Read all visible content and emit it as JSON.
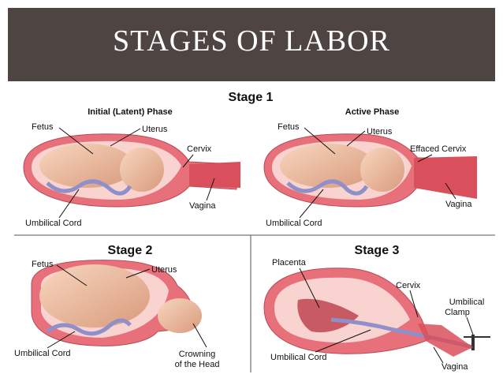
{
  "title": "STAGES OF LABOR",
  "stage1": {
    "heading": "Stage 1",
    "phase_initial": "Initial (Latent) Phase",
    "phase_active": "Active Phase",
    "initial_labels": {
      "fetus": "Fetus",
      "uterus": "Uterus",
      "cervix": "Cervix",
      "vagina": "Vagina",
      "cord": "Umbilical Cord"
    },
    "active_labels": {
      "fetus": "Fetus",
      "uterus": "Uterus",
      "cervix": "Effaced Cervix",
      "vagina": "Vagina",
      "cord": "Umbilical Cord"
    }
  },
  "stage2": {
    "heading": "Stage 2",
    "labels": {
      "fetus": "Fetus",
      "uterus": "Uterus",
      "cord": "Umbilical Cord",
      "crowning_1": "Crowning",
      "crowning_2": "of the Head"
    }
  },
  "stage3": {
    "heading": "Stage 3",
    "labels": {
      "placenta": "Placenta",
      "cervix": "Cervix",
      "clamp_1": "Umbilical",
      "clamp_2": "Clamp",
      "cord": "Umbilical Cord",
      "vagina": "Vagina"
    }
  },
  "colors": {
    "title_bg": "#4e4542",
    "uterus_wall": "#e8707a",
    "uterus_inner": "#f9d3cf",
    "skin": "#f3c6a8",
    "cord": "#8f8fc9"
  }
}
